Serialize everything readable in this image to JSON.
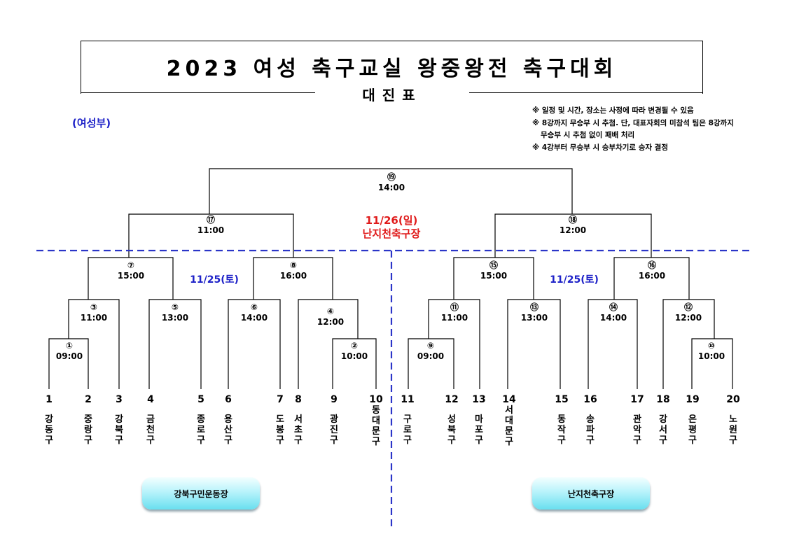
{
  "title": "2023 여성 축구교실 왕중왕전 축구대회",
  "subtitle": "대진표",
  "division": "(여성부)",
  "notes": [
    "※ 일정 및 시간, 장소는 사정에 따라 변경될 수 있음",
    "※ 8강까지 무승부 시 추첨. 단, 대표자회의 미참석 팀은 8강까지",
    "무승부 시 추첨 없이 패배 처리",
    "※ 4강부터 무승부 시 승부차기로 승자 결정"
  ],
  "final_day": {
    "date": "11/26(일)",
    "venue": "난지천축구장"
  },
  "left_date": "11/25(토)",
  "right_date": "11/25(토)",
  "matches": {
    "m1": {
      "no": "①",
      "time": "09:00"
    },
    "m2": {
      "no": "②",
      "time": "10:00"
    },
    "m3": {
      "no": "③",
      "time": "11:00"
    },
    "m4": {
      "no": "④",
      "time": "12:00"
    },
    "m5": {
      "no": "⑤",
      "time": "13:00"
    },
    "m6": {
      "no": "⑥",
      "time": "14:00"
    },
    "m7": {
      "no": "⑦",
      "time": "15:00"
    },
    "m8": {
      "no": "⑧",
      "time": "16:00"
    },
    "m9": {
      "no": "⑨",
      "time": "09:00"
    },
    "m10": {
      "no": "⑩",
      "time": "10:00"
    },
    "m11": {
      "no": "⑪",
      "time": "11:00"
    },
    "m12": {
      "no": "⑫",
      "time": "12:00"
    },
    "m13": {
      "no": "⑬",
      "time": "13:00"
    },
    "m14": {
      "no": "⑭",
      "time": "14:00"
    },
    "m15": {
      "no": "⑮",
      "time": "15:00"
    },
    "m16": {
      "no": "⑯",
      "time": "16:00"
    },
    "m17": {
      "no": "⑰",
      "time": "11:00"
    },
    "m18": {
      "no": "⑱",
      "time": "12:00"
    },
    "m19": {
      "no": "⑲",
      "time": "14:00"
    }
  },
  "teams": [
    {
      "seed": "1",
      "name": "강동구"
    },
    {
      "seed": "2",
      "name": "중랑구"
    },
    {
      "seed": "3",
      "name": "강북구"
    },
    {
      "seed": "4",
      "name": "금천구"
    },
    {
      "seed": "5",
      "name": "종로구"
    },
    {
      "seed": "6",
      "name": "용산구"
    },
    {
      "seed": "7",
      "name": "도봉구"
    },
    {
      "seed": "8",
      "name": "서초구"
    },
    {
      "seed": "9",
      "name": "광진구"
    },
    {
      "seed": "10",
      "name": "동대문구"
    },
    {
      "seed": "11",
      "name": "구로구"
    },
    {
      "seed": "12",
      "name": "성북구"
    },
    {
      "seed": "13",
      "name": "마포구"
    },
    {
      "seed": "14",
      "name": "서대문구"
    },
    {
      "seed": "15",
      "name": "동작구"
    },
    {
      "seed": "16",
      "name": "송파구"
    },
    {
      "seed": "17",
      "name": "관악구"
    },
    {
      "seed": "18",
      "name": "강서구"
    },
    {
      "seed": "19",
      "name": "은평구"
    },
    {
      "seed": "20",
      "name": "노원구"
    }
  ],
  "venues": {
    "left": "강북구민운동장",
    "right": "난지천축구장"
  },
  "colors": {
    "accent_blue": "#1e22c8",
    "accent_red": "#e01b1b",
    "dash_blue": "#2b35c8",
    "venue_cyan": "#69dfef"
  }
}
